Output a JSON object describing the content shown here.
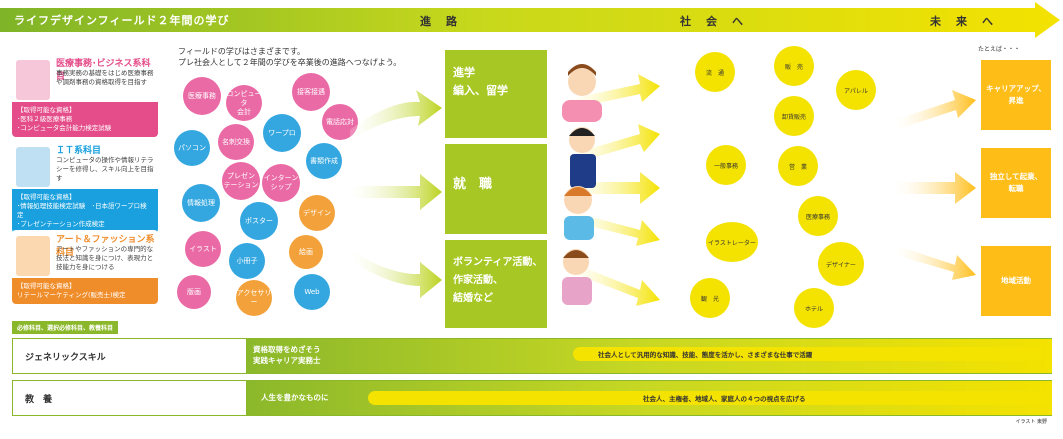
{
  "header": {
    "title": "ライフデザインフィールド２年間の学び",
    "stages": [
      "進　路",
      "社　会　へ",
      "未　来　へ"
    ]
  },
  "fields": [
    {
      "title": "医療事務･ビジネス系科目",
      "desc": "事務実務の基礎をはじめ医療事務や調剤事務の資格取得を目指す",
      "license": "【取得可能な資格】\n･医科２級医療事務\n･コンピュータ会計能力検定試験",
      "color": "#e44d8a"
    },
    {
      "title": "ＩＴ系科目",
      "desc": "コンピュータの操作や情報リテラシーを修得し、スキル向上を目指す",
      "license": "【取得可能な資格】\n･情報処理技能検定試験　･日本語ワープロ検定\n･プレゼンテーション作成検定",
      "color": "#1aa0de"
    },
    {
      "title": "アート＆ファッション系科目",
      "desc": "アートやファッションの専門的な技法と知識を身につけ、表現力と技能力を身につける",
      "license": "【取得可能な資格】\nリテールマーケティング(販売士)検定",
      "color": "#f08d2b"
    }
  ],
  "intro": "フィールドの学びはさまざまです。\nプレ社会人として２年間の学びを卒業後の進路へつなげよう。",
  "bubbles": [
    "医療事務",
    "コンピュータ\n会計",
    "接客接遇",
    "名刺交換",
    "ワープロ",
    "電話応対",
    "パソコン",
    "プレゼン\nテーション",
    "インターン\nシップ",
    "書類作成",
    "情報処理",
    "ポスター",
    "デザイン",
    "イラスト",
    "小冊子",
    "絵画",
    "版画",
    "アクセサリー",
    "Web"
  ],
  "paths": [
    {
      "label": "進学\n編入、留学"
    },
    {
      "label": "就　職"
    },
    {
      "label": "ボランティア活動、\n作家活動、\n結婚など"
    }
  ],
  "society": [
    "流　通",
    "販　売",
    "アパレル",
    "卸貨販売",
    "一般事務",
    "営　業",
    "医療事務",
    "イラストレーター",
    "デザイナー",
    "ホテル",
    "観　光"
  ],
  "future": {
    "example": "たとえば・・・",
    "items": [
      "キャリアアップ、\n昇進",
      "独立して起業、\n転職",
      "地域活動"
    ]
  },
  "bottom": {
    "label": "必修科目、選択必修科目、教養科目",
    "rows": [
      {
        "name": "ジェネリックスキル",
        "mid": "資格取得をめざそう\n実践キャリア実務士",
        "goal": "社会人として汎用的な知識、技能、態度を活かし、さまざまな仕事で活躍"
      },
      {
        "name": "教　養",
        "mid": "人生を豊かなものに",
        "goal": "社会人、主権者、地域人、家庭人の４つの視点を広げる"
      }
    ]
  },
  "credit": "イラスト 東野",
  "colors": {
    "green": "#8bb82b",
    "yellow": "#f4e200",
    "orange": "#ffbd17",
    "pink": "#ea6aa6",
    "blue": "#34a7e0"
  }
}
